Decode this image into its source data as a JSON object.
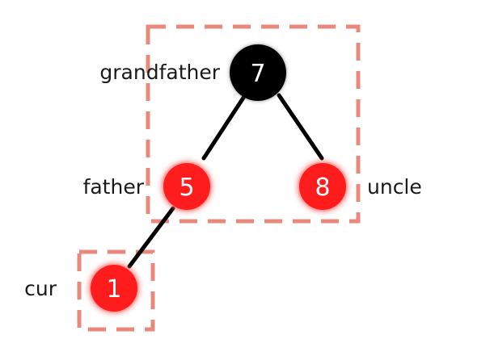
{
  "colors": {
    "highlight_box": "#e9897c",
    "edge": "#000000",
    "black_node": "#000000",
    "red_node": "#ff1a1a",
    "red_glow": "#ff5a5a",
    "node_text": "#ffffff",
    "label_text": "#1a1a1a"
  },
  "nodes": {
    "grandfather": {
      "value": "7",
      "color": "black",
      "role": "grandfather"
    },
    "father": {
      "value": "5",
      "color": "red",
      "role": "father"
    },
    "uncle": {
      "value": "8",
      "color": "red",
      "role": "uncle"
    },
    "cur": {
      "value": "1",
      "color": "red",
      "role": "cur"
    }
  },
  "edges": [
    {
      "from": "grandfather",
      "to": "father"
    },
    {
      "from": "grandfather",
      "to": "uncle"
    },
    {
      "from": "father",
      "to": "cur"
    }
  ]
}
